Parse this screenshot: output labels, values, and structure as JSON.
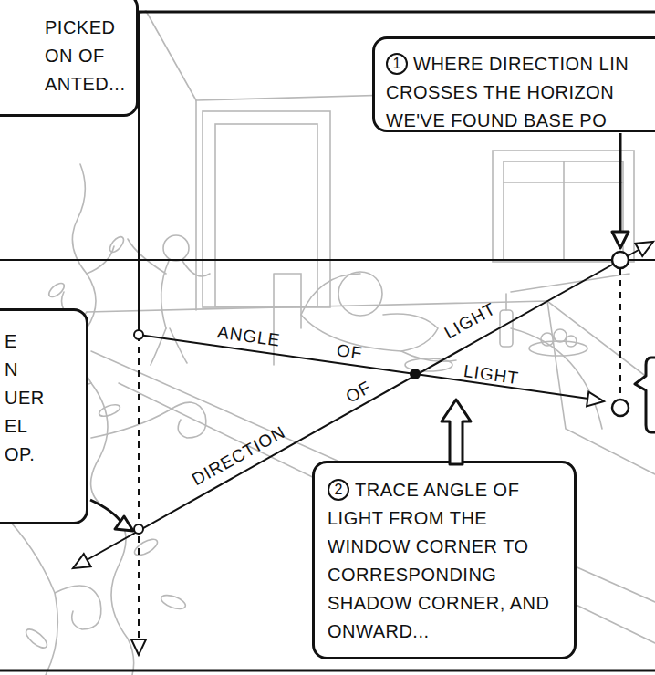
{
  "diagram": {
    "nodes": [
      {
        "text": [
          "PICKED ON OF ANTED..."
        ]
      },
      {
        "text": [
          "1",
          "WHERE DIRECTION LIN CROSSES THE HORIZON WE'VE FOUND BASE PO"
        ]
      },
      {
        "text": [
          "E N UER EL OP."
        ]
      },
      {
        "text": [
          "2",
          "TRACE ANGLE OF LIGHT FROM THE WINDOW CORNER TO CORRESPONDING SHADOW CORNER, AND ONWARD..."
        ]
      }
    ],
    "labels": [
      "ANGLE",
      "OF",
      "LIGHT",
      "LIGHT",
      "DIRECTION",
      "OF"
    ]
  }
}
